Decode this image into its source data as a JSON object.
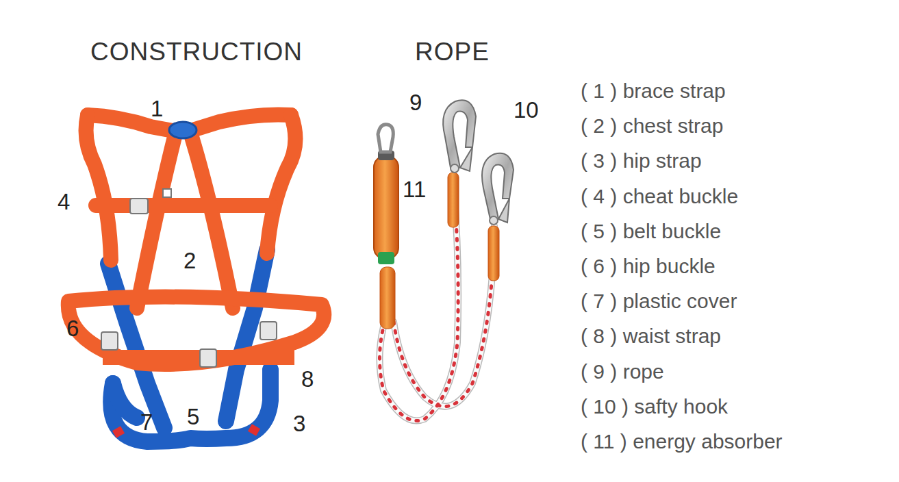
{
  "diagram": {
    "labels": [
      "CONSTRUCTION",
      "ROPE",
      "1",
      "4",
      "2",
      "6",
      "8",
      "7",
      "5",
      "3",
      "9",
      "10",
      "11",
      "( 1 ) brace strap",
      "( 2 ) chest strap",
      "( 3 ) hip strap",
      "( 4 ) cheat buckle",
      "( 5 ) belt buckle",
      "( 6 ) hip buckle",
      "( 7 ) plastic cover",
      "( 8 ) waist strap",
      "( 9 ) rope",
      "( 10 ) safty hook",
      "( 11 ) energy absorber"
    ]
  }
}
